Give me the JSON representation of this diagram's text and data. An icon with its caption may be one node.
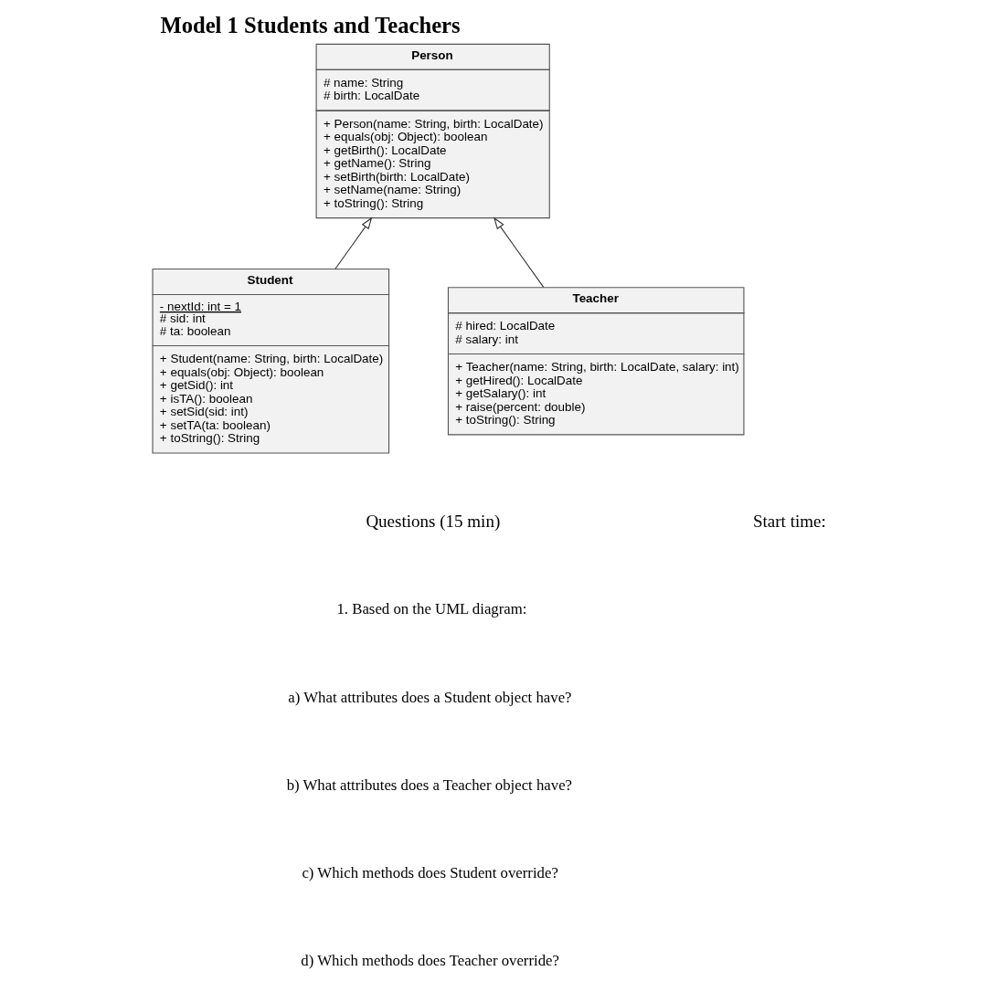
{
  "diagram": {
    "title": "Model 1 Students and Teachers",
    "nodes": [
      {
        "text": [
          "Person",
          "# name: String",
          "# birth: LocalDate",
          "+ Person(name: String, birth: LocalDate)",
          "+ equals(obj: Object): boolean",
          "+ getBirth(): LocalDate",
          "+ getName(): String",
          "+ setBirth(birth: LocalDate)",
          "+ setName(name: String)",
          "+ toString(): String"
        ]
      },
      {
        "text": [
          "Student",
          "- nextId: int = 1",
          "# sid: int",
          "# ta: boolean",
          "+ Student(name: String, birth: LocalDate)",
          "+ equals(obj: Object): boolean",
          "+ getSid(): int",
          "+ isTA(): boolean",
          "+ setSid(sid: int)",
          "+ setTA(ta: boolean)",
          "+ toString(): String"
        ]
      },
      {
        "text": [
          "Teacher",
          "# hired: LocalDate",
          "# salary: int",
          "+ Teacher(name: String, birth: LocalDate, salary: int)",
          "+ getHired(): LocalDate",
          "+ getSalary(): int",
          "+ raise(percent: double)",
          "+ toString(): String"
        ]
      }
    ],
    "edges": [
      {
        "from": 1,
        "to": 0,
        "arrow": "to"
      },
      {
        "from": 2,
        "to": 0,
        "arrow": "to"
      }
    ],
    "labels": [
      "Questions (15 min)",
      "Start time:",
      "1. Based on the UML diagram:",
      "a) What attributes does a Student object have?",
      "b) What attributes does a Teacher object have?",
      "c) Which methods does Student override?",
      "d) Which methods does Teacher override?"
    ]
  }
}
